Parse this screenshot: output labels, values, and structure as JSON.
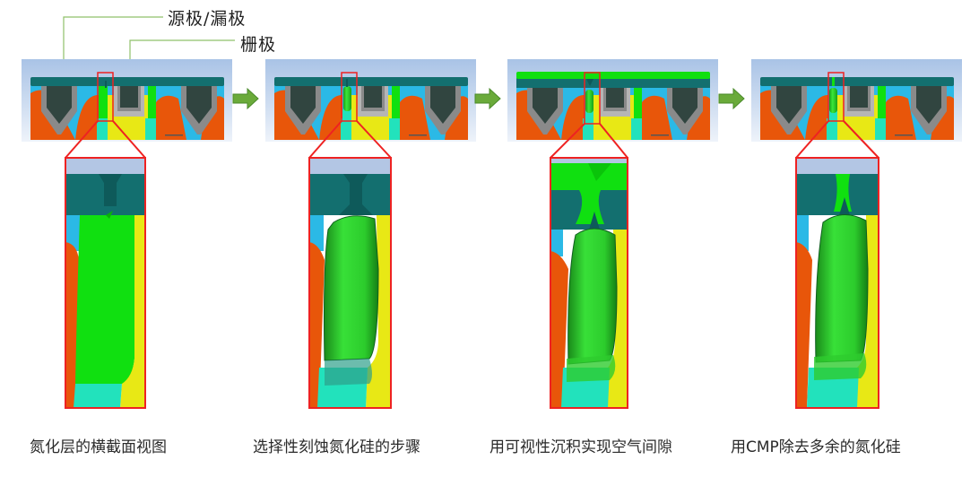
{
  "callouts": {
    "source_drain": "源极/漏极",
    "gate": "栅极"
  },
  "steps": [
    {
      "caption": "氮化层的横截面视图",
      "state": "nitride-layer"
    },
    {
      "caption": "选择性刻蚀氮化硅的步骤",
      "state": "selective-etch"
    },
    {
      "caption": "用可视性沉积实现空气间隙",
      "state": "air-gap-deposition"
    },
    {
      "caption": "用CMP除去多余的氮化硅",
      "state": "cmp-removal"
    }
  ],
  "arrows": [
    "arrow-right-icon",
    "arrow-right-icon",
    "arrow-right-icon"
  ],
  "colors": {
    "background_gradient_top": "#a9c3e6",
    "background_gradient_bottom": "#e6eef8",
    "cap_layer": "#136f6f",
    "cap_layer_dark": "#0e5a5a",
    "contact_dark": "#314540",
    "contact_liner": "#8a8a8a",
    "gate_liner": "#b0b0b0",
    "orange_region": "#e8560a",
    "cyan_region": "#2bb9e6",
    "nitride_green": "#10e010",
    "yellow_channel": "#e8e815",
    "teal_region": "#22e2bc",
    "highlight_box": "#ee2222",
    "arrow_green": "#6aaa3a",
    "leader_line": "#8fc06a"
  }
}
